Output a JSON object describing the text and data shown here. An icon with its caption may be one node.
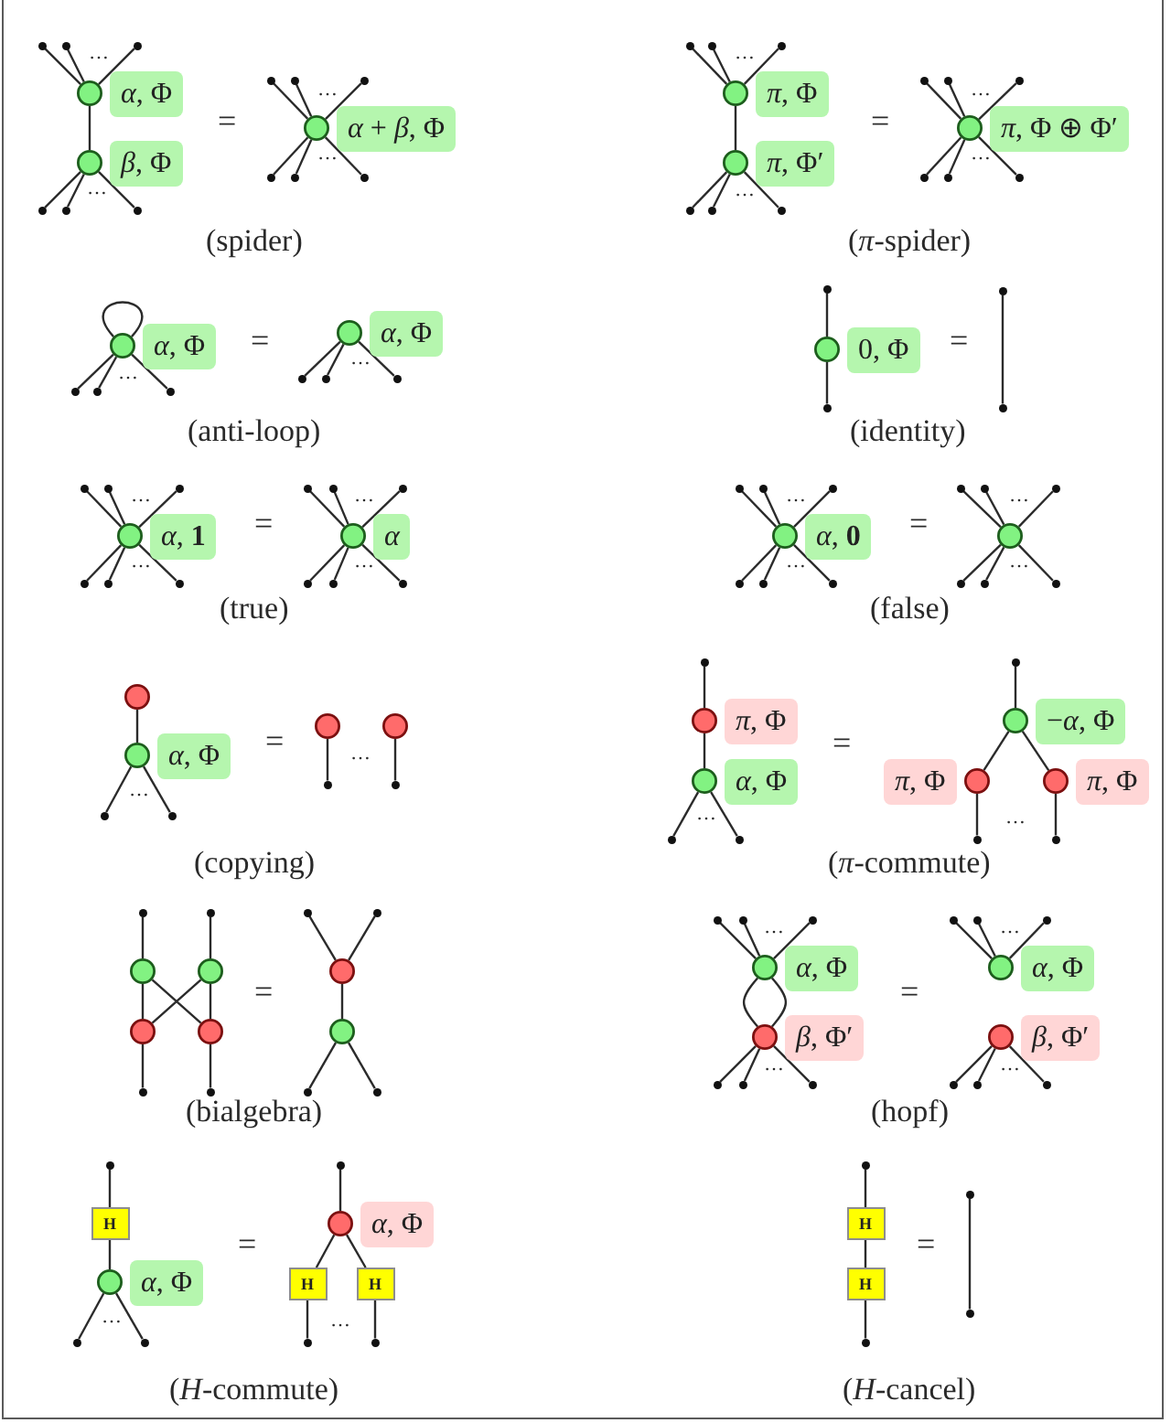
{
  "diagram": {
    "nodes": [
      {
        "text": [],
        "shape": "dot"
      },
      {
        "text": [],
        "shape": "dot"
      },
      {
        "text": [],
        "shape": "dot"
      },
      {
        "text": [],
        "shape": "circle",
        "beside": [
          "α, Φ"
        ]
      },
      {
        "text": [],
        "shape": "circle",
        "beside": [
          "β, Φ"
        ]
      },
      {
        "text": [],
        "shape": "dot"
      },
      {
        "text": [],
        "shape": "dot"
      },
      {
        "text": [],
        "shape": "dot"
      },
      {
        "text": [],
        "shape": "dot"
      },
      {
        "text": [],
        "shape": "dot"
      },
      {
        "text": [],
        "shape": "dot"
      },
      {
        "text": [],
        "shape": "circle",
        "beside": [
          "α + β, Φ"
        ]
      },
      {
        "text": [],
        "shape": "dot"
      },
      {
        "text": [],
        "shape": "dot"
      },
      {
        "text": [],
        "shape": "dot"
      },
      {
        "text": [],
        "shape": "dot"
      },
      {
        "text": [],
        "shape": "dot"
      },
      {
        "text": [],
        "shape": "dot"
      },
      {
        "text": [],
        "shape": "circle",
        "beside": [
          "π, Φ"
        ]
      },
      {
        "text": [],
        "shape": "circle",
        "beside": [
          "π, Φ′"
        ]
      },
      {
        "text": [],
        "shape": "dot"
      },
      {
        "text": [],
        "shape": "dot"
      },
      {
        "text": [],
        "shape": "dot"
      },
      {
        "text": [],
        "shape": "dot"
      },
      {
        "text": [],
        "shape": "dot"
      },
      {
        "text": [],
        "shape": "dot"
      },
      {
        "text": [],
        "shape": "circle",
        "beside": [
          "π, Φ ⊕ Φ′"
        ]
      },
      {
        "text": [],
        "shape": "dot"
      },
      {
        "text": [],
        "shape": "dot"
      },
      {
        "text": [],
        "shape": "dot"
      },
      {
        "text": [],
        "shape": "circle",
        "beside": [
          "α, Φ"
        ]
      },
      {
        "text": [],
        "shape": "dot"
      },
      {
        "text": [],
        "shape": "dot"
      },
      {
        "text": [],
        "shape": "dot"
      },
      {
        "text": [],
        "shape": "circle",
        "beside": [
          "α, Φ"
        ]
      },
      {
        "text": [],
        "shape": "dot"
      },
      {
        "text": [],
        "shape": "dot"
      },
      {
        "text": [],
        "shape": "dot"
      },
      {
        "text": [],
        "shape": "dot"
      },
      {
        "text": [],
        "shape": "circle",
        "beside": [
          "0, Φ"
        ]
      },
      {
        "text": [],
        "shape": "dot"
      },
      {
        "text": [],
        "shape": "dot"
      },
      {
        "text": [],
        "shape": "dot"
      },
      {
        "text": [],
        "shape": "dot"
      },
      {
        "text": [],
        "shape": "dot"
      },
      {
        "text": [],
        "shape": "dot"
      },
      {
        "text": [],
        "shape": "circle",
        "beside": [
          "α, **1**"
        ]
      },
      {
        "text": [],
        "shape": "dot"
      },
      {
        "text": [],
        "shape": "dot"
      },
      {
        "text": [],
        "shape": "dot"
      },
      {
        "text": [],
        "shape": "dot"
      },
      {
        "text": [],
        "shape": "dot"
      },
      {
        "text": [],
        "shape": "dot"
      },
      {
        "text": [],
        "shape": "circle",
        "beside": [
          "α"
        ]
      },
      {
        "text": [],
        "shape": "dot"
      },
      {
        "text": [],
        "shape": "dot"
      },
      {
        "text": [],
        "shape": "dot"
      },
      {
        "text": [],
        "shape": "dot"
      },
      {
        "text": [],
        "shape": "dot"
      },
      {
        "text": [],
        "shape": "dot"
      },
      {
        "text": [],
        "shape": "circle",
        "beside": [
          "α, **0**"
        ]
      },
      {
        "text": [],
        "shape": "dot"
      },
      {
        "text": [],
        "shape": "dot"
      },
      {
        "text": [],
        "shape": "dot"
      },
      {
        "text": [],
        "shape": "dot"
      },
      {
        "text": [],
        "shape": "dot"
      },
      {
        "text": [],
        "shape": "dot"
      },
      {
        "text": [],
        "shape": "circle"
      },
      {
        "text": [],
        "shape": "dot"
      },
      {
        "text": [],
        "shape": "dot"
      },
      {
        "text": [],
        "shape": "dot"
      },
      {
        "text": [],
        "shape": "circle"
      },
      {
        "text": [],
        "shape": "circle",
        "beside": [
          "α, Φ"
        ]
      },
      {
        "text": [],
        "shape": "dot"
      },
      {
        "text": [],
        "shape": "dot"
      },
      {
        "text": [],
        "shape": "circle"
      },
      {
        "text": [],
        "shape": "circle"
      },
      {
        "text": [],
        "shape": "dot"
      },
      {
        "text": [],
        "shape": "dot"
      },
      {
        "text": [],
        "shape": "dot"
      },
      {
        "text": [],
        "shape": "circle",
        "beside": [
          "π, Φ"
        ]
      },
      {
        "text": [],
        "shape": "circle",
        "beside": [
          "α, Φ"
        ]
      },
      {
        "text": [],
        "shape": "dot"
      },
      {
        "text": [],
        "shape": "dot"
      },
      {
        "text": [],
        "shape": "dot"
      },
      {
        "text": [],
        "shape": "circle",
        "beside": [
          "−α, Φ"
        ]
      },
      {
        "text": [],
        "shape": "circle",
        "beside": [
          "π, Φ"
        ]
      },
      {
        "text": [],
        "shape": "circle",
        "beside": [
          "π, Φ"
        ]
      },
      {
        "text": [],
        "shape": "dot"
      },
      {
        "text": [],
        "shape": "dot"
      },
      {
        "text": [],
        "shape": "dot"
      },
      {
        "text": [],
        "shape": "dot"
      },
      {
        "text": [],
        "shape": "circle"
      },
      {
        "text": [],
        "shape": "circle"
      },
      {
        "text": [],
        "shape": "circle"
      },
      {
        "text": [],
        "shape": "circle"
      },
      {
        "text": [],
        "shape": "dot"
      },
      {
        "text": [],
        "shape": "dot"
      },
      {
        "text": [],
        "shape": "dot"
      },
      {
        "text": [],
        "shape": "dot"
      },
      {
        "text": [],
        "shape": "circle"
      },
      {
        "text": [],
        "shape": "circle"
      },
      {
        "text": [],
        "shape": "dot"
      },
      {
        "text": [],
        "shape": "dot"
      },
      {
        "text": [],
        "shape": "dot"
      },
      {
        "text": [],
        "shape": "dot"
      },
      {
        "text": [],
        "shape": "dot"
      },
      {
        "text": [],
        "shape": "circle",
        "beside": [
          "α, Φ"
        ]
      },
      {
        "text": [],
        "shape": "circle",
        "beside": [
          "β, Φ′"
        ]
      },
      {
        "text": [],
        "shape": "dot"
      },
      {
        "text": [],
        "shape": "dot"
      },
      {
        "text": [],
        "shape": "dot"
      },
      {
        "text": [],
        "shape": "dot"
      },
      {
        "text": [],
        "shape": "dot"
      },
      {
        "text": [],
        "shape": "dot"
      },
      {
        "text": [],
        "shape": "circle",
        "beside": [
          "α, Φ"
        ]
      },
      {
        "text": [],
        "shape": "circle",
        "beside": [
          "β, Φ′"
        ]
      },
      {
        "text": [],
        "shape": "dot"
      },
      {
        "text": [],
        "shape": "dot"
      },
      {
        "text": [],
        "shape": "dot"
      },
      {
        "text": [],
        "shape": "dot"
      },
      {
        "text": [
          "H"
        ]
      },
      {
        "text": [],
        "shape": "circle",
        "beside": [
          "α, Φ"
        ]
      },
      {
        "text": [],
        "shape": "dot"
      },
      {
        "text": [],
        "shape": "dot"
      },
      {
        "text": [],
        "shape": "dot"
      },
      {
        "text": [],
        "shape": "circle",
        "beside": [
          "α, Φ"
        ]
      },
      {
        "text": [
          "H"
        ]
      },
      {
        "text": [
          "H"
        ]
      },
      {
        "text": [],
        "shape": "dot"
      },
      {
        "text": [],
        "shape": "dot"
      },
      {
        "text": [],
        "shape": "dot"
      },
      {
        "text": [
          "H"
        ]
      },
      {
        "text": [
          "H"
        ]
      },
      {
        "text": [],
        "shape": "dot"
      },
      {
        "text": [],
        "shape": "dot"
      },
      {
        "text": [],
        "shape": "dot"
      }
    ],
    "edges": [
      {
        "from": 0,
        "to": 3,
        "arrow": "none"
      },
      {
        "from": 1,
        "to": 3,
        "arrow": "none"
      },
      {
        "from": 2,
        "to": 3,
        "arrow": "none"
      },
      {
        "from": 3,
        "to": 4,
        "arrow": "none"
      },
      {
        "from": 4,
        "to": 5,
        "arrow": "none"
      },
      {
        "from": 4,
        "to": 6,
        "arrow": "none"
      },
      {
        "from": 4,
        "to": 7,
        "arrow": "none"
      },
      {
        "from": 8,
        "to": 11,
        "arrow": "none"
      },
      {
        "from": 9,
        "to": 11,
        "arrow": "none"
      },
      {
        "from": 10,
        "to": 11,
        "arrow": "none"
      },
      {
        "from": 11,
        "to": 12,
        "arrow": "none"
      },
      {
        "from": 11,
        "to": 13,
        "arrow": "none"
      },
      {
        "from": 11,
        "to": 14,
        "arrow": "none"
      },
      {
        "from": 15,
        "to": 18,
        "arrow": "none"
      },
      {
        "from": 16,
        "to": 18,
        "arrow": "none"
      },
      {
        "from": 17,
        "to": 18,
        "arrow": "none"
      },
      {
        "from": 18,
        "to": 19,
        "arrow": "none"
      },
      {
        "from": 19,
        "to": 20,
        "arrow": "none"
      },
      {
        "from": 19,
        "to": 21,
        "arrow": "none"
      },
      {
        "from": 19,
        "to": 22,
        "arrow": "none"
      },
      {
        "from": 23,
        "to": 26,
        "arrow": "none"
      },
      {
        "from": 24,
        "to": 26,
        "arrow": "none"
      },
      {
        "from": 25,
        "to": 26,
        "arrow": "none"
      },
      {
        "from": 26,
        "to": 27,
        "arrow": "none"
      },
      {
        "from": 26,
        "to": 28,
        "arrow": "none"
      },
      {
        "from": 26,
        "to": 29,
        "arrow": "none"
      },
      {
        "from": 30,
        "to": 30,
        "arrow": "none"
      },
      {
        "from": 30,
        "to": 31,
        "arrow": "none"
      },
      {
        "from": 30,
        "to": 32,
        "arrow": "none"
      },
      {
        "from": 30,
        "to": 33,
        "arrow": "none"
      },
      {
        "from": 34,
        "to": 35,
        "arrow": "none"
      },
      {
        "from": 34,
        "to": 36,
        "arrow": "none"
      },
      {
        "from": 34,
        "to": 37,
        "arrow": "none"
      },
      {
        "from": 38,
        "to": 39,
        "arrow": "none"
      },
      {
        "from": 39,
        "to": 40,
        "arrow": "none"
      },
      {
        "from": 41,
        "to": 42,
        "arrow": "none"
      },
      {
        "from": 43,
        "to": 46,
        "arrow": "none"
      },
      {
        "from": 44,
        "to": 46,
        "arrow": "none"
      },
      {
        "from": 45,
        "to": 46,
        "arrow": "none"
      },
      {
        "from": 46,
        "to": 47,
        "arrow": "none"
      },
      {
        "from": 46,
        "to": 48,
        "arrow": "none"
      },
      {
        "from": 46,
        "to": 49,
        "arrow": "none"
      },
      {
        "from": 50,
        "to": 53,
        "arrow": "none"
      },
      {
        "from": 51,
        "to": 53,
        "arrow": "none"
      },
      {
        "from": 52,
        "to": 53,
        "arrow": "none"
      },
      {
        "from": 53,
        "to": 54,
        "arrow": "none"
      },
      {
        "from": 53,
        "to": 55,
        "arrow": "none"
      },
      {
        "from": 53,
        "to": 56,
        "arrow": "none"
      },
      {
        "from": 57,
        "to": 60,
        "arrow": "none"
      },
      {
        "from": 58,
        "to": 60,
        "arrow": "none"
      },
      {
        "from": 59,
        "to": 60,
        "arrow": "none"
      },
      {
        "from": 60,
        "to": 61,
        "arrow": "none"
      },
      {
        "from": 60,
        "to": 62,
        "arrow": "none"
      },
      {
        "from": 60,
        "to": 63,
        "arrow": "none"
      },
      {
        "from": 64,
        "to": 67,
        "arrow": "none"
      },
      {
        "from": 65,
        "to": 67,
        "arrow": "none"
      },
      {
        "from": 66,
        "to": 67,
        "arrow": "none"
      },
      {
        "from": 67,
        "to": 68,
        "arrow": "none"
      },
      {
        "from": 67,
        "to": 69,
        "arrow": "none"
      },
      {
        "from": 67,
        "to": 70,
        "arrow": "none"
      },
      {
        "from": 71,
        "to": 72,
        "arrow": "none"
      },
      {
        "from": 72,
        "to": 73,
        "arrow": "none"
      },
      {
        "from": 72,
        "to": 74,
        "arrow": "none"
      },
      {
        "from": 75,
        "to": 77,
        "arrow": "none"
      },
      {
        "from": 76,
        "to": 78,
        "arrow": "none"
      },
      {
        "from": 79,
        "to": 80,
        "arrow": "none"
      },
      {
        "from": 80,
        "to": 81,
        "arrow": "none"
      },
      {
        "from": 81,
        "to": 82,
        "arrow": "none"
      },
      {
        "from": 81,
        "to": 83,
        "arrow": "none"
      },
      {
        "from": 84,
        "to": 85,
        "arrow": "none"
      },
      {
        "from": 85,
        "to": 86,
        "arrow": "none"
      },
      {
        "from": 85,
        "to": 87,
        "arrow": "none"
      },
      {
        "from": 86,
        "to": 88,
        "arrow": "none"
      },
      {
        "from": 87,
        "to": 89,
        "arrow": "none"
      },
      {
        "from": 90,
        "to": 92,
        "arrow": "none"
      },
      {
        "from": 91,
        "to": 93,
        "arrow": "none"
      },
      {
        "from": 92,
        "to": 94,
        "arrow": "none"
      },
      {
        "from": 92,
        "to": 95,
        "arrow": "none"
      },
      {
        "from": 93,
        "to": 94,
        "arrow": "none"
      },
      {
        "from": 93,
        "to": 95,
        "arrow": "none"
      },
      {
        "from": 94,
        "to": 96,
        "arrow": "none"
      },
      {
        "from": 95,
        "to": 97,
        "arrow": "none"
      },
      {
        "from": 98,
        "to": 100,
        "arrow": "none"
      },
      {
        "from": 99,
        "to": 100,
        "arrow": "none"
      },
      {
        "from": 100,
        "to": 101,
        "arrow": "none"
      },
      {
        "from": 101,
        "to": 102,
        "arrow": "none"
      },
      {
        "from": 101,
        "to": 103,
        "arrow": "none"
      },
      {
        "from": 104,
        "to": 107,
        "arrow": "none"
      },
      {
        "from": 105,
        "to": 107,
        "arrow": "none"
      },
      {
        "from": 106,
        "to": 107,
        "arrow": "none"
      },
      {
        "from": 107,
        "to": 108,
        "arrow": "none"
      },
      {
        "from": 107,
        "to": 108,
        "arrow": "none"
      },
      {
        "from": 108,
        "to": 109,
        "arrow": "none"
      },
      {
        "from": 108,
        "to": 110,
        "arrow": "none"
      },
      {
        "from": 108,
        "to": 111,
        "arrow": "none"
      },
      {
        "from": 112,
        "to": 115,
        "arrow": "none"
      },
      {
        "from": 113,
        "to": 115,
        "arrow": "none"
      },
      {
        "from": 114,
        "to": 115,
        "arrow": "none"
      },
      {
        "from": 116,
        "to": 117,
        "arrow": "none"
      },
      {
        "from": 116,
        "to": 118,
        "arrow": "none"
      },
      {
        "from": 116,
        "to": 119,
        "arrow": "none"
      },
      {
        "from": 120,
        "to": 121,
        "arrow": "none"
      },
      {
        "from": 121,
        "to": 122,
        "arrow": "none"
      },
      {
        "from": 122,
        "to": 123,
        "arrow": "none"
      },
      {
        "from": 122,
        "to": 124,
        "arrow": "none"
      },
      {
        "from": 125,
        "to": 126,
        "arrow": "none"
      },
      {
        "from": 126,
        "to": 127,
        "arrow": "none"
      },
      {
        "from": 126,
        "to": 128,
        "arrow": "none"
      },
      {
        "from": 127,
        "to": 129,
        "arrow": "none"
      },
      {
        "from": 128,
        "to": 130,
        "arrow": "none"
      },
      {
        "from": 131,
        "to": 132,
        "arrow": "none"
      },
      {
        "from": 132,
        "to": 133,
        "arrow": "none"
      },
      {
        "from": 133,
        "to": 134,
        "arrow": "none"
      },
      {
        "from": 135,
        "to": 136,
        "arrow": "none"
      }
    ],
    "labels": [
      "…",
      "…",
      "=",
      "…",
      "…",
      "(spider)",
      "…",
      "…",
      "=",
      "…",
      "…",
      "(π-spider)",
      "…",
      "=",
      "…",
      "(anti-loop)",
      "=",
      "(identity)",
      "…",
      "…",
      "=",
      "…",
      "…",
      "(true)",
      "…",
      "…",
      "=",
      "…",
      "…",
      "(false)",
      "…",
      "=",
      "…",
      "(copying)",
      "…",
      "=",
      "…",
      "(π-commute)",
      "=",
      "(bialgebra)",
      "…",
      "…",
      "=",
      "…",
      "…",
      "(hopf)",
      "…",
      "=",
      "…",
      "(*H*-commute)",
      "=",
      "(*H*-cancel)"
    ]
  }
}
